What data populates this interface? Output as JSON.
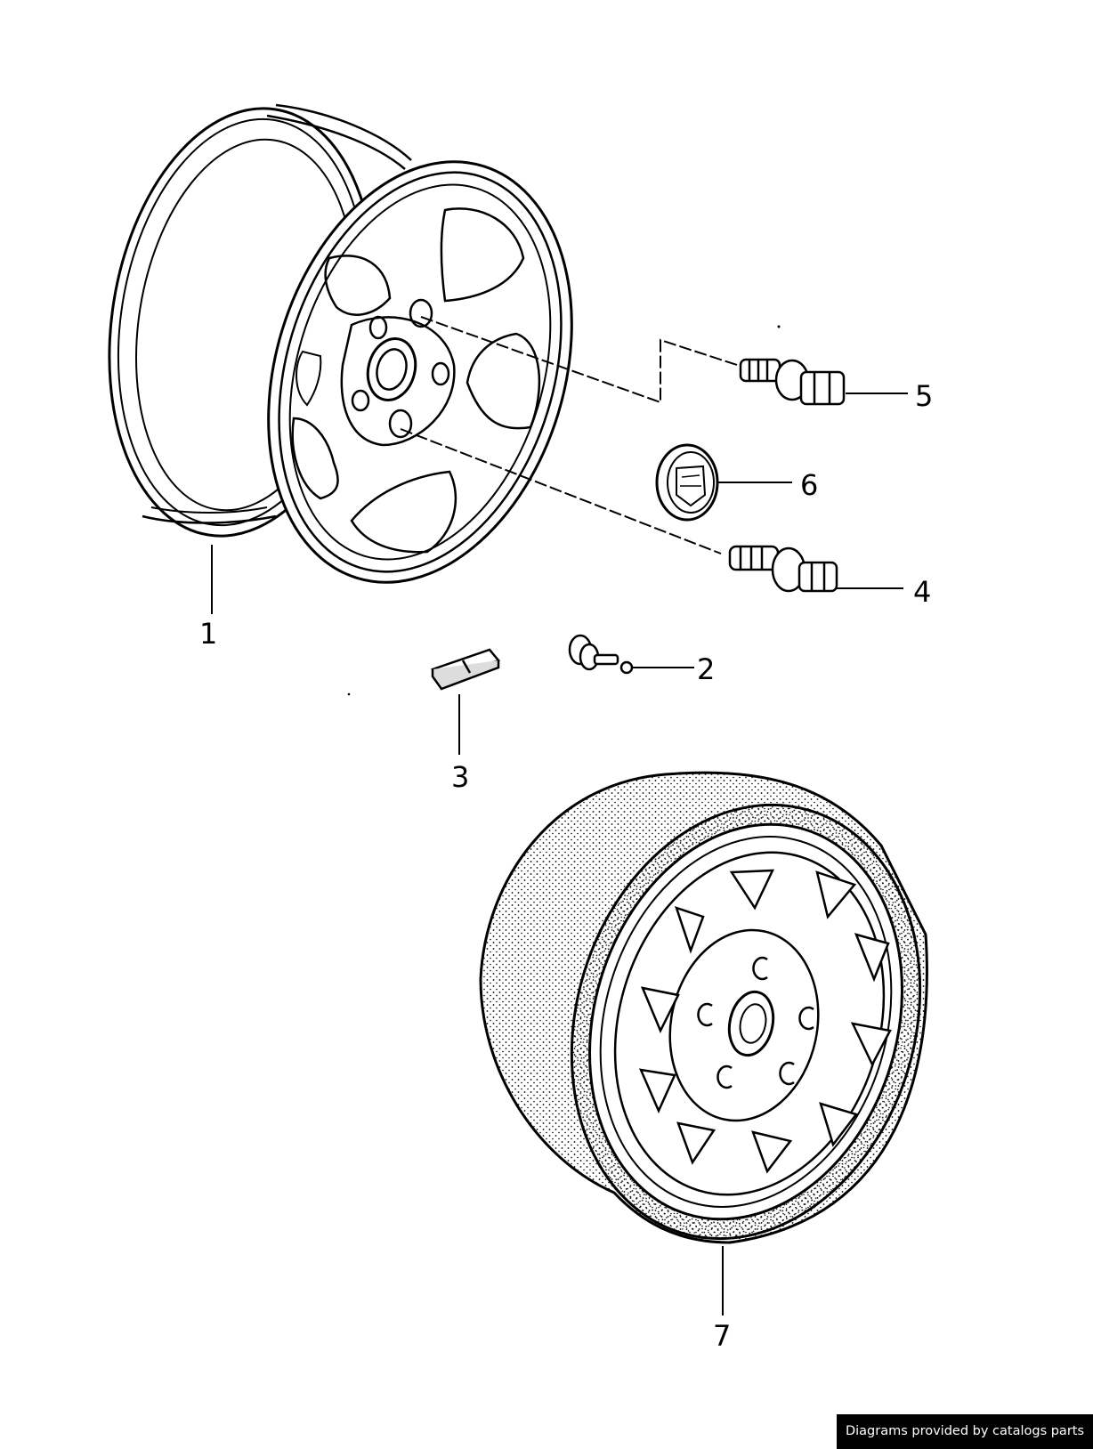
{
  "callouts": {
    "c1": "1",
    "c2": "2",
    "c3": "3",
    "c4": "4",
    "c5": "5",
    "c6": "6",
    "c7": "7"
  },
  "credit": "Diagrams provided by catalogs parts",
  "colors": {
    "line": "#000000",
    "background": "#ffffff",
    "credit_bg": "#000000",
    "credit_text": "#ffffff"
  }
}
